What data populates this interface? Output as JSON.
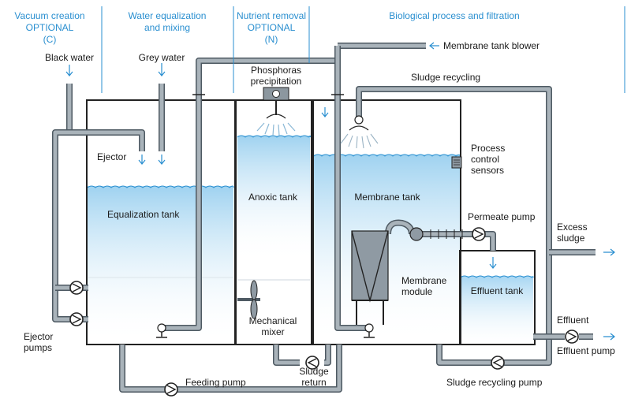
{
  "headers": {
    "vacuum_line1": "Vacuum creation",
    "vacuum_line2": "OPTIONAL",
    "vacuum_line3": "(C)",
    "water_line1": "Water equalization",
    "water_line2": "and mixing",
    "nutrient_line1": "Nutrient removal",
    "nutrient_line2": "OPTIONAL",
    "nutrient_line3": "(N)",
    "bio": "Biological process and filtration"
  },
  "labels": {
    "black_water": "Black water",
    "grey_water": "Grey water",
    "phosphoras_line1": "Phosphoras",
    "phosphoras_line2": "precipitation",
    "membrane_tank_blower": "Membrane tank blower",
    "sludge_recycling": "Sludge recycling",
    "ejector": "Ejector",
    "equalization_tank": "Equalization tank",
    "anoxic_tank": "Anoxic tank",
    "membrane_tank": "Membrane tank",
    "process_line1": "Process",
    "process_line2": "control",
    "process_line3": "sensors",
    "permeate_pump": "Permeate pump",
    "excess_line1": "Excess",
    "excess_line2": "sludge",
    "membrane_line1": "Membrane",
    "membrane_line2": "module",
    "effluent_tank": "Effluent tank",
    "mechanical_line1": "Mechanical",
    "mechanical_line2": "mixer",
    "ejector_pumps_line1": "Ejector",
    "ejector_pumps_line2": "pumps",
    "effluent": "Effluent",
    "effluent_pump": "Effluent pump",
    "sludge_return_line1": "Sludge",
    "sludge_return_line2": "return",
    "feeding_pump": "Feeding pump",
    "sludge_recycling_pump": "Sludge recycling pump"
  },
  "colors": {
    "accent": "#2a8fd0",
    "water_top": "#9fd2f0",
    "water_bottom": "#ffffff",
    "pipe": "#4e5a63",
    "pipe_highlight": "#a9b3ba",
    "tank_outline": "#222222"
  }
}
